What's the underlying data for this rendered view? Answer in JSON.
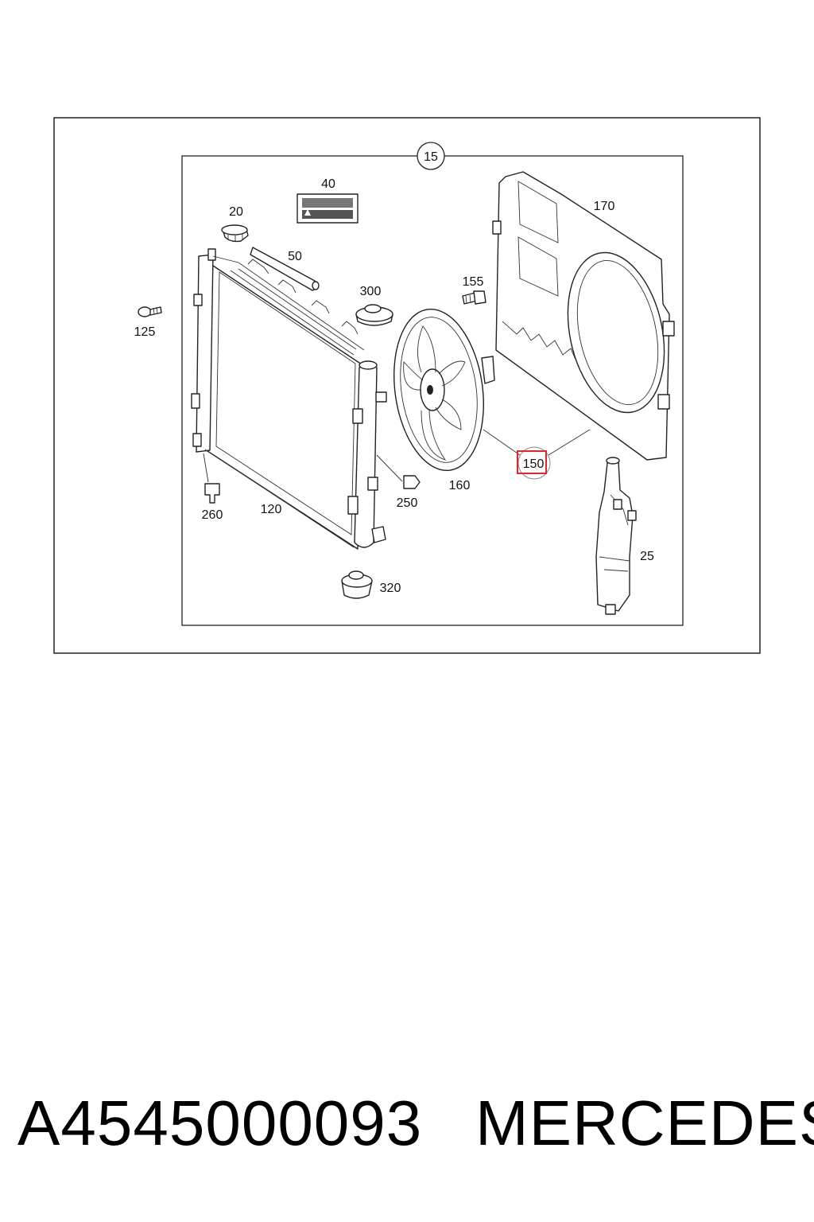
{
  "callouts": {
    "c15": "15",
    "c40": "40",
    "c20": "20",
    "c170": "170",
    "c50": "50",
    "c300": "300",
    "c155": "155",
    "c125": "125",
    "c150": "150",
    "c160": "160",
    "c250": "250",
    "c120": "120",
    "c260": "260",
    "c25": "25",
    "c320": "320"
  },
  "footer": {
    "part_number": "A4545000093",
    "brand": "MERCEDES"
  },
  "colors": {
    "highlight": "#e0262e",
    "line": "#222222"
  }
}
